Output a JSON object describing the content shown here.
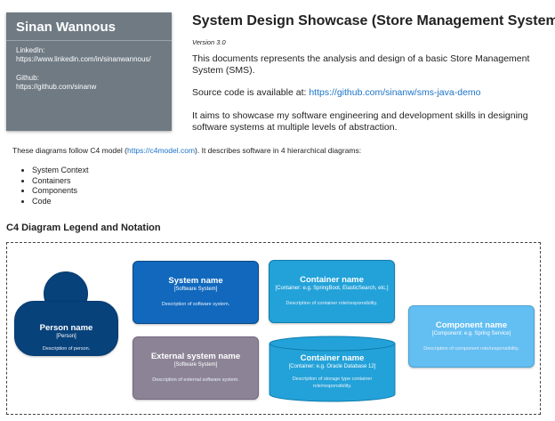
{
  "profile": {
    "name": "Sinan Wannous",
    "linkedin_label": "LinkedIn:",
    "linkedin_url": "https://www.linkedin.com/in/sinanwannous/",
    "github_label": "Github:",
    "github_url": "https://github.com/sinanw"
  },
  "header": {
    "title": "System Design Showcase (Store Management System)",
    "version": "Version 3.0"
  },
  "intro": {
    "p1": "This documents represents the analysis and design of a basic Store Management System (SMS).",
    "p2_prefix": "Source code is available at: ",
    "p2_link": "https://github.com/sinanw/sms-java-demo",
    "p3": "It aims to showcase my software engineering and development skills in designing software systems at multiple levels of abstraction."
  },
  "c4": {
    "intro_prefix": "These diagrams follow C4 model (",
    "intro_link": "https://c4model.com",
    "intro_suffix": "). It describes software in 4 hierarchical diagrams:",
    "levels": [
      "System Context",
      "Containers",
      "Components",
      "Code"
    ]
  },
  "legend": {
    "heading": "C4 Diagram Legend and Notation",
    "person": {
      "title": "Person name",
      "type": "[Person]",
      "desc": "Description of person."
    },
    "system": {
      "title": "System name",
      "type": "[Software System]",
      "desc": "Description of software system."
    },
    "external": {
      "title": "External system name",
      "type": "[Software System]",
      "desc": "Description of external software system."
    },
    "container": {
      "title": "Container name",
      "type": "[Container: e.g. SpringBoot, ElasticSearch, etc.]",
      "desc": "Description of container role/responsibility."
    },
    "database": {
      "title": "Container name",
      "type": "[Container: e.g. Oracle Database 12]",
      "desc": "Description of storage type container role/responsibility."
    },
    "component": {
      "title": "Component name",
      "type": "[Component: e.g. Spring Service]",
      "desc": "Description of component role/responsibility."
    }
  },
  "colors": {
    "person": "#08427b",
    "system": "#1168bd",
    "external": "#8c8496",
    "container": "#23a2d9",
    "component": "#63bef2",
    "profile_card": "#6f7a83",
    "link": "#1a73c8"
  }
}
